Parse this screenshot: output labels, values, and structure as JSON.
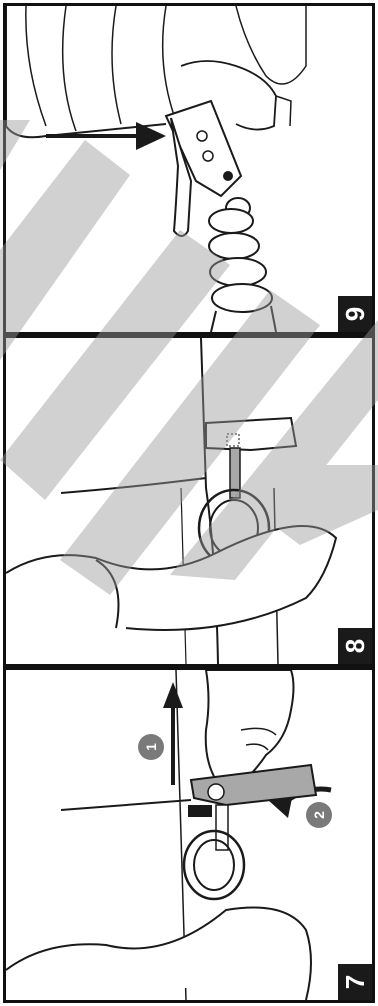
{
  "panels": [
    {
      "number": "9"
    },
    {
      "number": "8"
    },
    {
      "number": "7",
      "steps": [
        "1",
        "2"
      ]
    }
  ],
  "colors": {
    "line": "#1a1a1a",
    "watermark": "#9a9a9a",
    "hand_fill": "#ffffff",
    "part_gray": "#a8a8a8"
  }
}
